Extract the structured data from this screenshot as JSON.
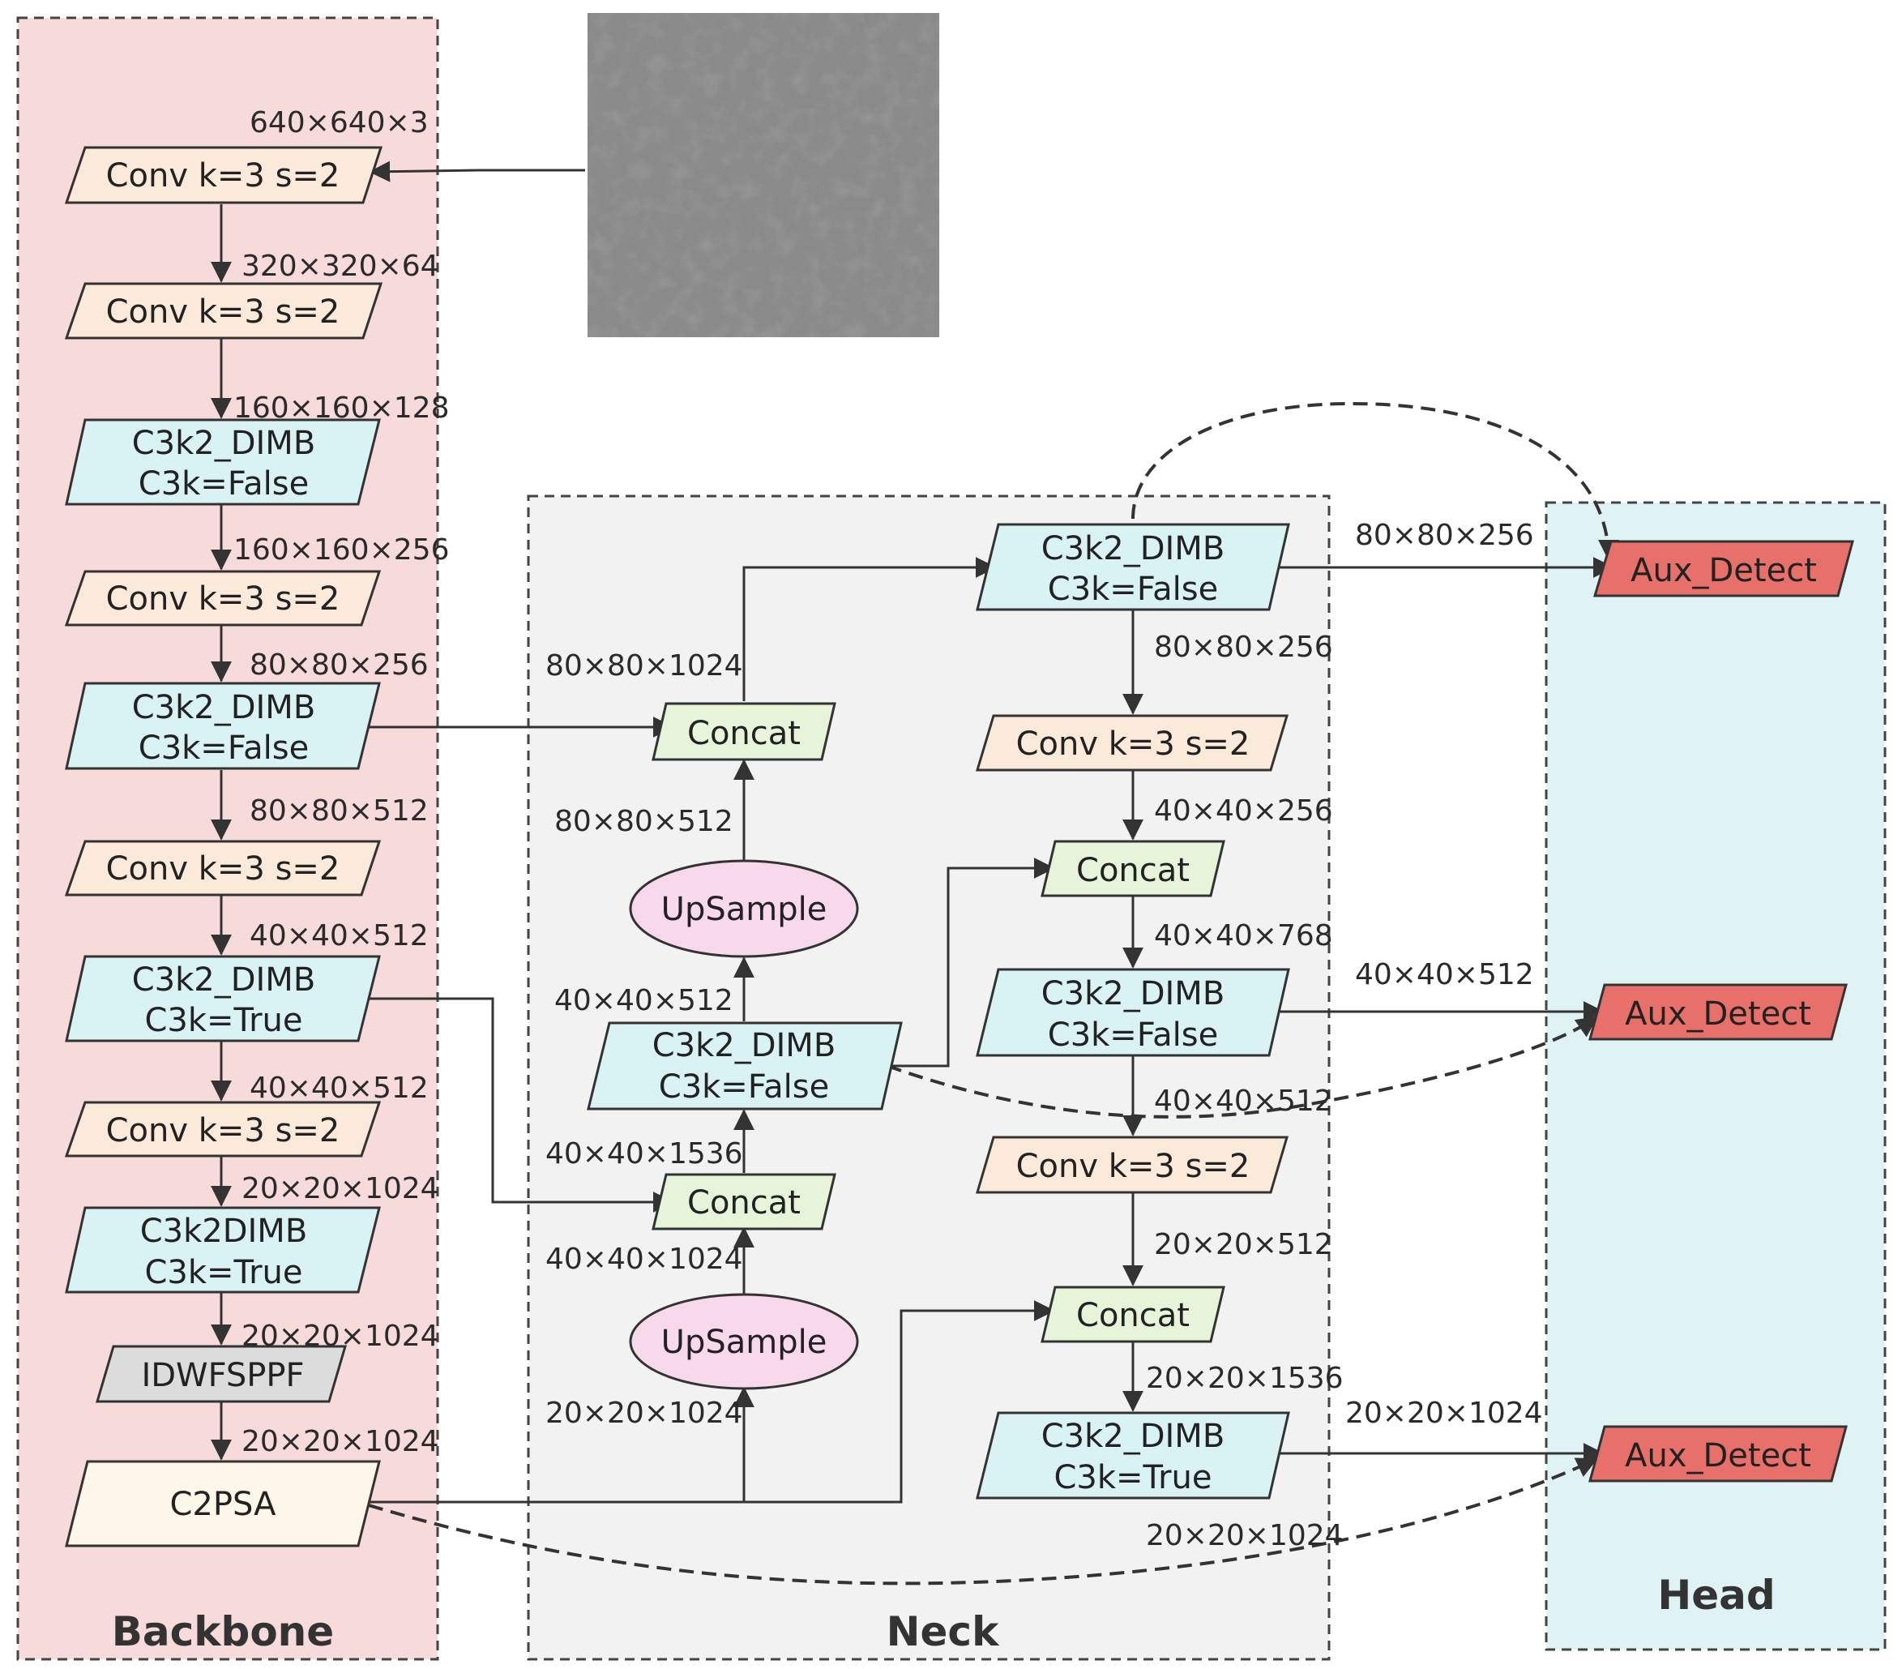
{
  "sections": {
    "backbone": "Backbone",
    "neck": "Neck",
    "head": "Head"
  },
  "colors": {
    "backbone_bg": "#f7dada",
    "neck_bg": "#f2f2f2",
    "head_bg": "#dff3f5",
    "conv": "#fbead9",
    "c3k2": "#d9f2f4",
    "concat": "#e6f5da",
    "upsample": "#f8d9ec",
    "sppf": "#dcdcdc",
    "c2psa": "#fcf7e8",
    "aux_detect": "#e8706a"
  },
  "input_image": {
    "description_icon": "input-image"
  },
  "nodes": {
    "b_conv1": "Conv k=3 s=2",
    "b_conv2": "Conv k=3 s=2",
    "b_c3k2_1": [
      "C3k2_DIMB",
      "C3k=False"
    ],
    "b_conv3": "Conv k=3 s=2",
    "b_c3k2_2": [
      "C3k2_DIMB",
      "C3k=False"
    ],
    "b_conv4": "Conv k=3 s=2",
    "b_c3k2_3": [
      "C3k2_DIMB",
      "C3k=True"
    ],
    "b_conv5": "Conv k=3 s=2",
    "b_c3k2_4": [
      "C3k2DIMB",
      "C3k=True"
    ],
    "b_sppf": "IDWFSPPF",
    "b_c2psa": "C2PSA",
    "n_concat1": "Concat",
    "n_upsample1": "UpSample",
    "n_c3k2_a": [
      "C3k2_DIMB",
      "C3k=False"
    ],
    "n_concat2": "Concat",
    "n_upsample2": "UpSample",
    "n_c3k2_top": [
      "C3k2_DIMB",
      "C3k=False"
    ],
    "n_conv_a": "Conv k=3 s=2",
    "n_concat3": "Concat",
    "n_c3k2_mid": [
      "C3k2_DIMB",
      "C3k=False"
    ],
    "n_conv_b": "Conv k=3 s=2",
    "n_concat4": "Concat",
    "n_c3k2_bot": [
      "C3k2_DIMB",
      "C3k=True"
    ],
    "h_aux1": "Aux_Detect",
    "h_aux2": "Aux_Detect",
    "h_aux3": "Aux_Detect"
  },
  "dims": {
    "b_in": "640×640×3",
    "b_1": "320×320×64",
    "b_2": "160×160×128",
    "b_3": "160×160×256",
    "b_4": "80×80×256",
    "b_5": "80×80×512",
    "b_6": "40×40×512",
    "b_7": "40×40×512",
    "b_8": "20×20×1024",
    "b_9": "20×20×1024",
    "b_10": "20×20×1024",
    "n_l1": "80×80×1024",
    "n_l2": "80×80×512",
    "n_l3": "40×40×512",
    "n_l4": "40×40×1536",
    "n_l5": "40×40×1024",
    "n_l6": "20×20×1024",
    "n_r1": "80×80×256",
    "n_r2": "40×40×256",
    "n_r3": "40×40×768",
    "n_r4": "40×40×512",
    "n_r5": "20×20×512",
    "n_r6": "20×20×1536",
    "n_r7": "20×20×1024",
    "h_1": "80×80×256",
    "h_2": "40×40×512",
    "h_3": "20×20×1024"
  }
}
